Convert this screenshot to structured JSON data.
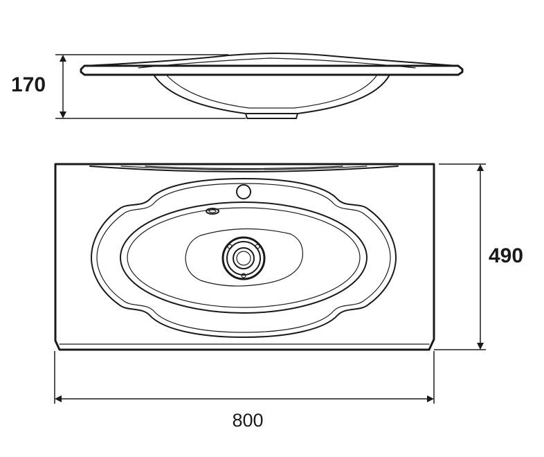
{
  "dimensions": {
    "height": "170",
    "depth": "490",
    "width": "800"
  }
}
